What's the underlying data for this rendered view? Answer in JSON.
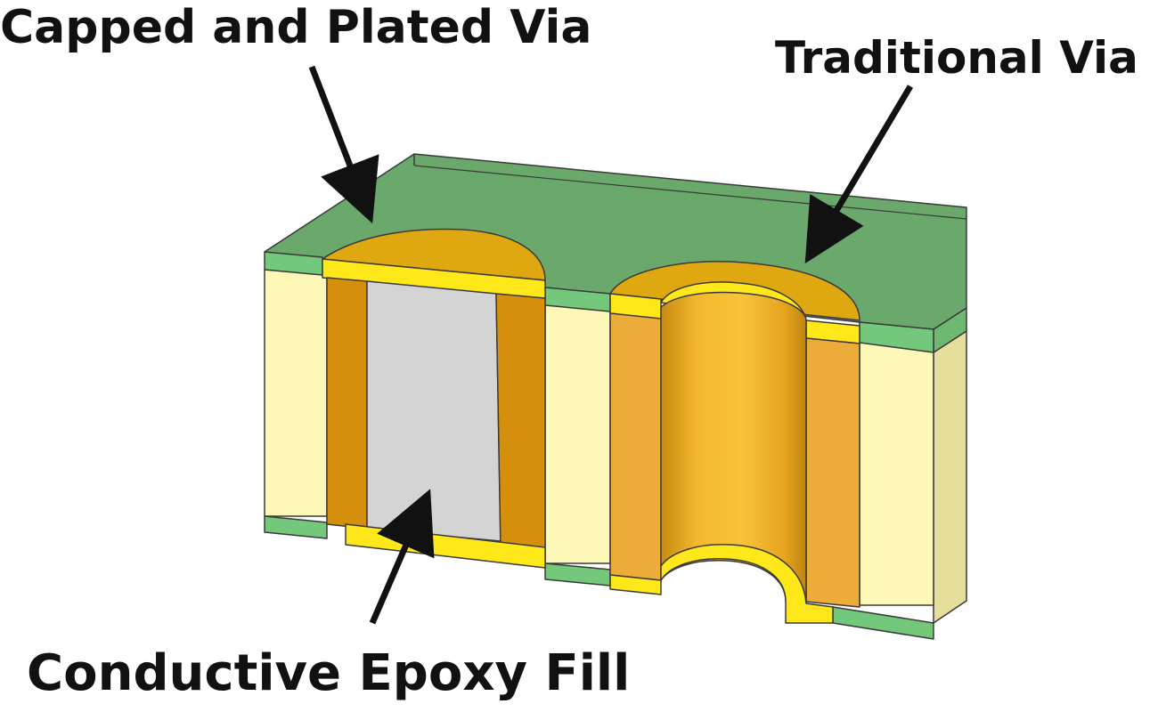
{
  "labels": {
    "capped_via": "Capped and Plated Via",
    "traditional_via": "Traditional Via",
    "epoxy_fill": "Conductive Epoxy Fill"
  },
  "colors": {
    "solder_mask_top": "#6aa86c",
    "solder_mask_side": "#74c87c",
    "substrate": "#fdf8b8",
    "substrate_side": "#e8e09c",
    "copper_barrel": "#d4900c",
    "copper_cap": "#e0a810",
    "pad_plating": "#ffe81a",
    "epoxy": "#d4d4d4",
    "barrel_inner": "#f0b22c",
    "arrow": "#111111"
  }
}
